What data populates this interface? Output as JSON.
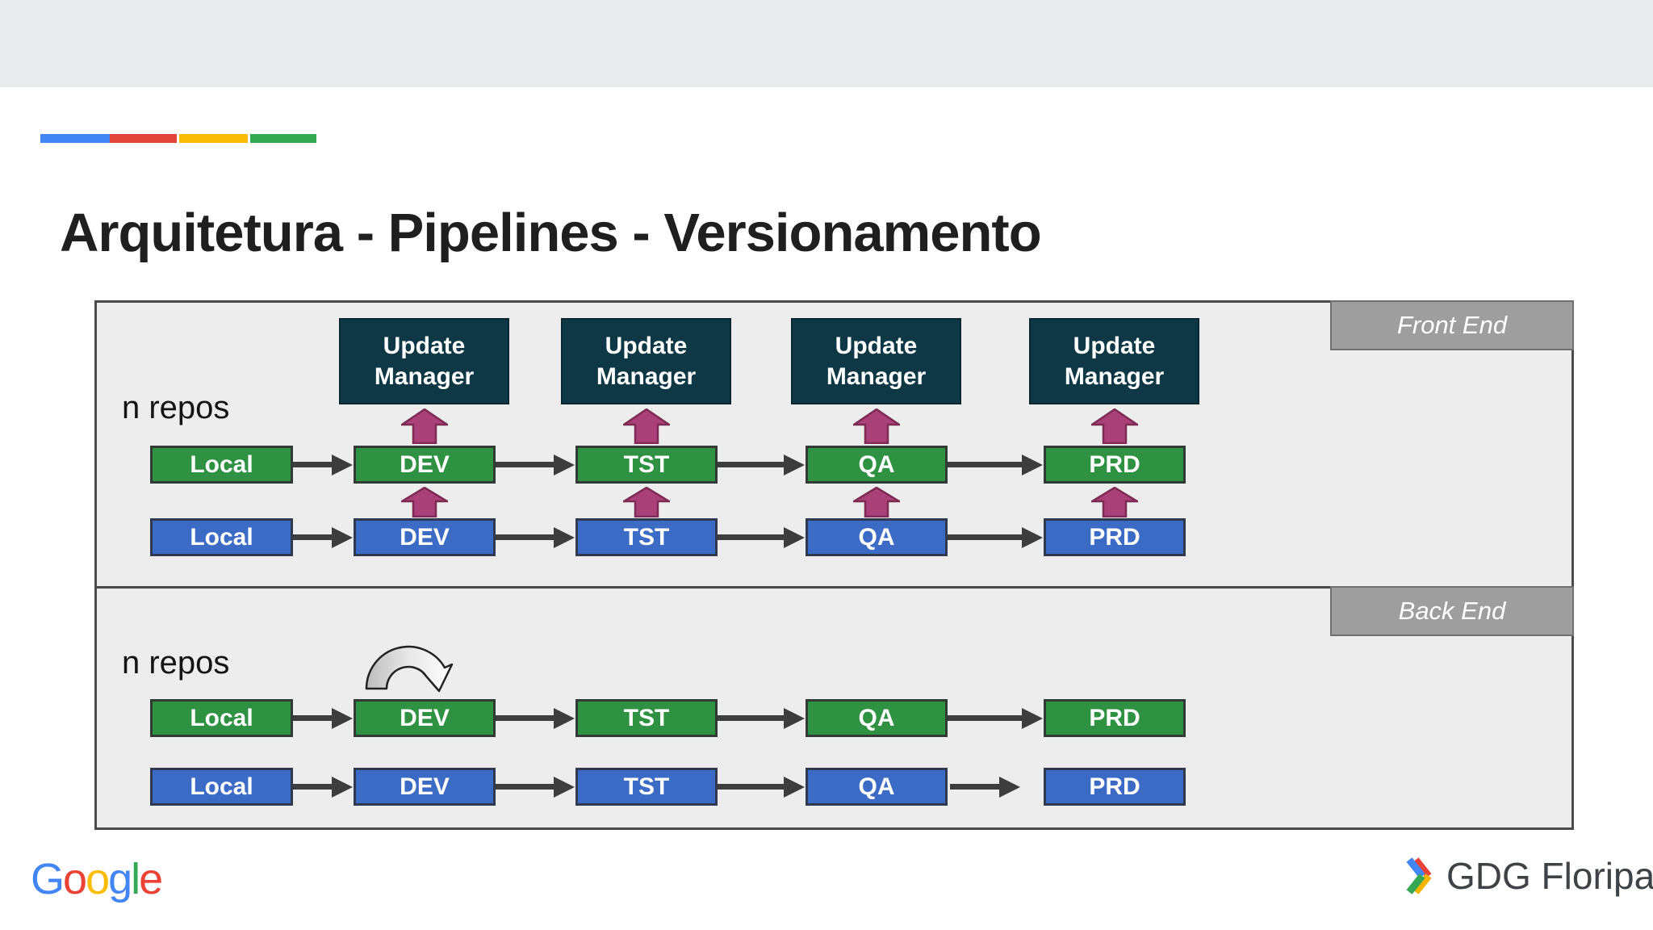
{
  "title": "Arquitetura - Pipelines - Versionamento",
  "front": {
    "tag": "Front End",
    "repos": "n repos",
    "update_managers": [
      "Update Manager",
      "Update Manager",
      "Update Manager",
      "Update Manager"
    ],
    "green_row": [
      "Local",
      "DEV",
      "TST",
      "QA",
      "PRD"
    ],
    "blue_row": [
      "Local",
      "DEV",
      "TST",
      "QA",
      "PRD"
    ]
  },
  "back": {
    "tag": "Back End",
    "repos": "n repos",
    "green_row": [
      "Local",
      "DEV",
      "TST",
      "QA",
      "PRD"
    ],
    "blue_row": [
      "Local",
      "DEV",
      "TST",
      "QA",
      "PRD"
    ]
  },
  "footer": {
    "google_letters": [
      "G",
      "o",
      "o",
      "g",
      "l",
      "e"
    ],
    "community": "GDG Floripa"
  },
  "colors": {
    "stage_green": "#2f9142",
    "stage_blue": "#3c6bc5",
    "update_manager_teal": "#0e3845",
    "promote_arrow_magenta": "#a94077",
    "flow_arrow_gray": "#3d3d3d",
    "panel_bg": "#ededed",
    "panel_tag_gray": "#9e9e9e",
    "top_band": "#e8ebeb",
    "google_blue": "#4285F4",
    "google_red": "#EA4335",
    "google_yellow": "#FBBC05",
    "google_green": "#34A853"
  }
}
